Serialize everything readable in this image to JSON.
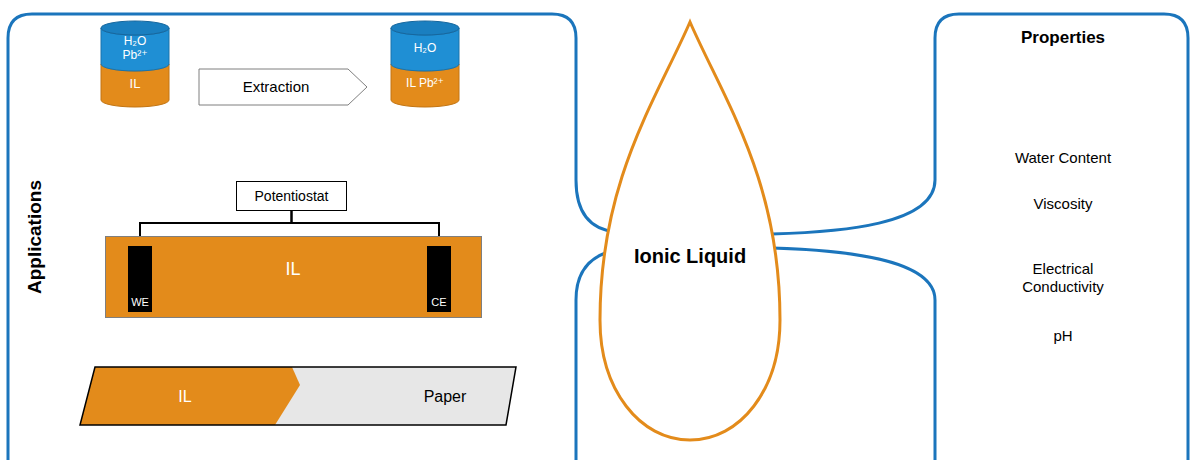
{
  "diagram": {
    "nodes": [
      {
        "text": [
          "Applications"
        ]
      },
      {
        "text": [
          "H₂O Pb²⁺",
          "IL"
        ],
        "in": 0
      },
      {
        "text": [
          "Extraction"
        ],
        "in": 0
      },
      {
        "text": [
          "H₂O",
          "IL Pb²⁺"
        ],
        "in": 0
      },
      {
        "text": [
          "Potentiostat"
        ],
        "in": 0
      },
      {
        "text": [
          "IL"
        ],
        "in": 0
      },
      {
        "text": [
          "WE"
        ],
        "in": 5
      },
      {
        "text": [
          "CE"
        ],
        "in": 5
      },
      {
        "text": [
          "IL",
          "Paper"
        ],
        "in": 0
      },
      {
        "text": [
          "Ionic Liquid"
        ]
      },
      {
        "text": [
          "Properties",
          "Water Content",
          "Viscosity",
          "Electrical Conductivity",
          "pH"
        ]
      }
    ],
    "edges": [
      {
        "from": 4,
        "to": 6,
        "arrow": "none"
      },
      {
        "from": 4,
        "to": 7,
        "arrow": "none"
      }
    ]
  }
}
